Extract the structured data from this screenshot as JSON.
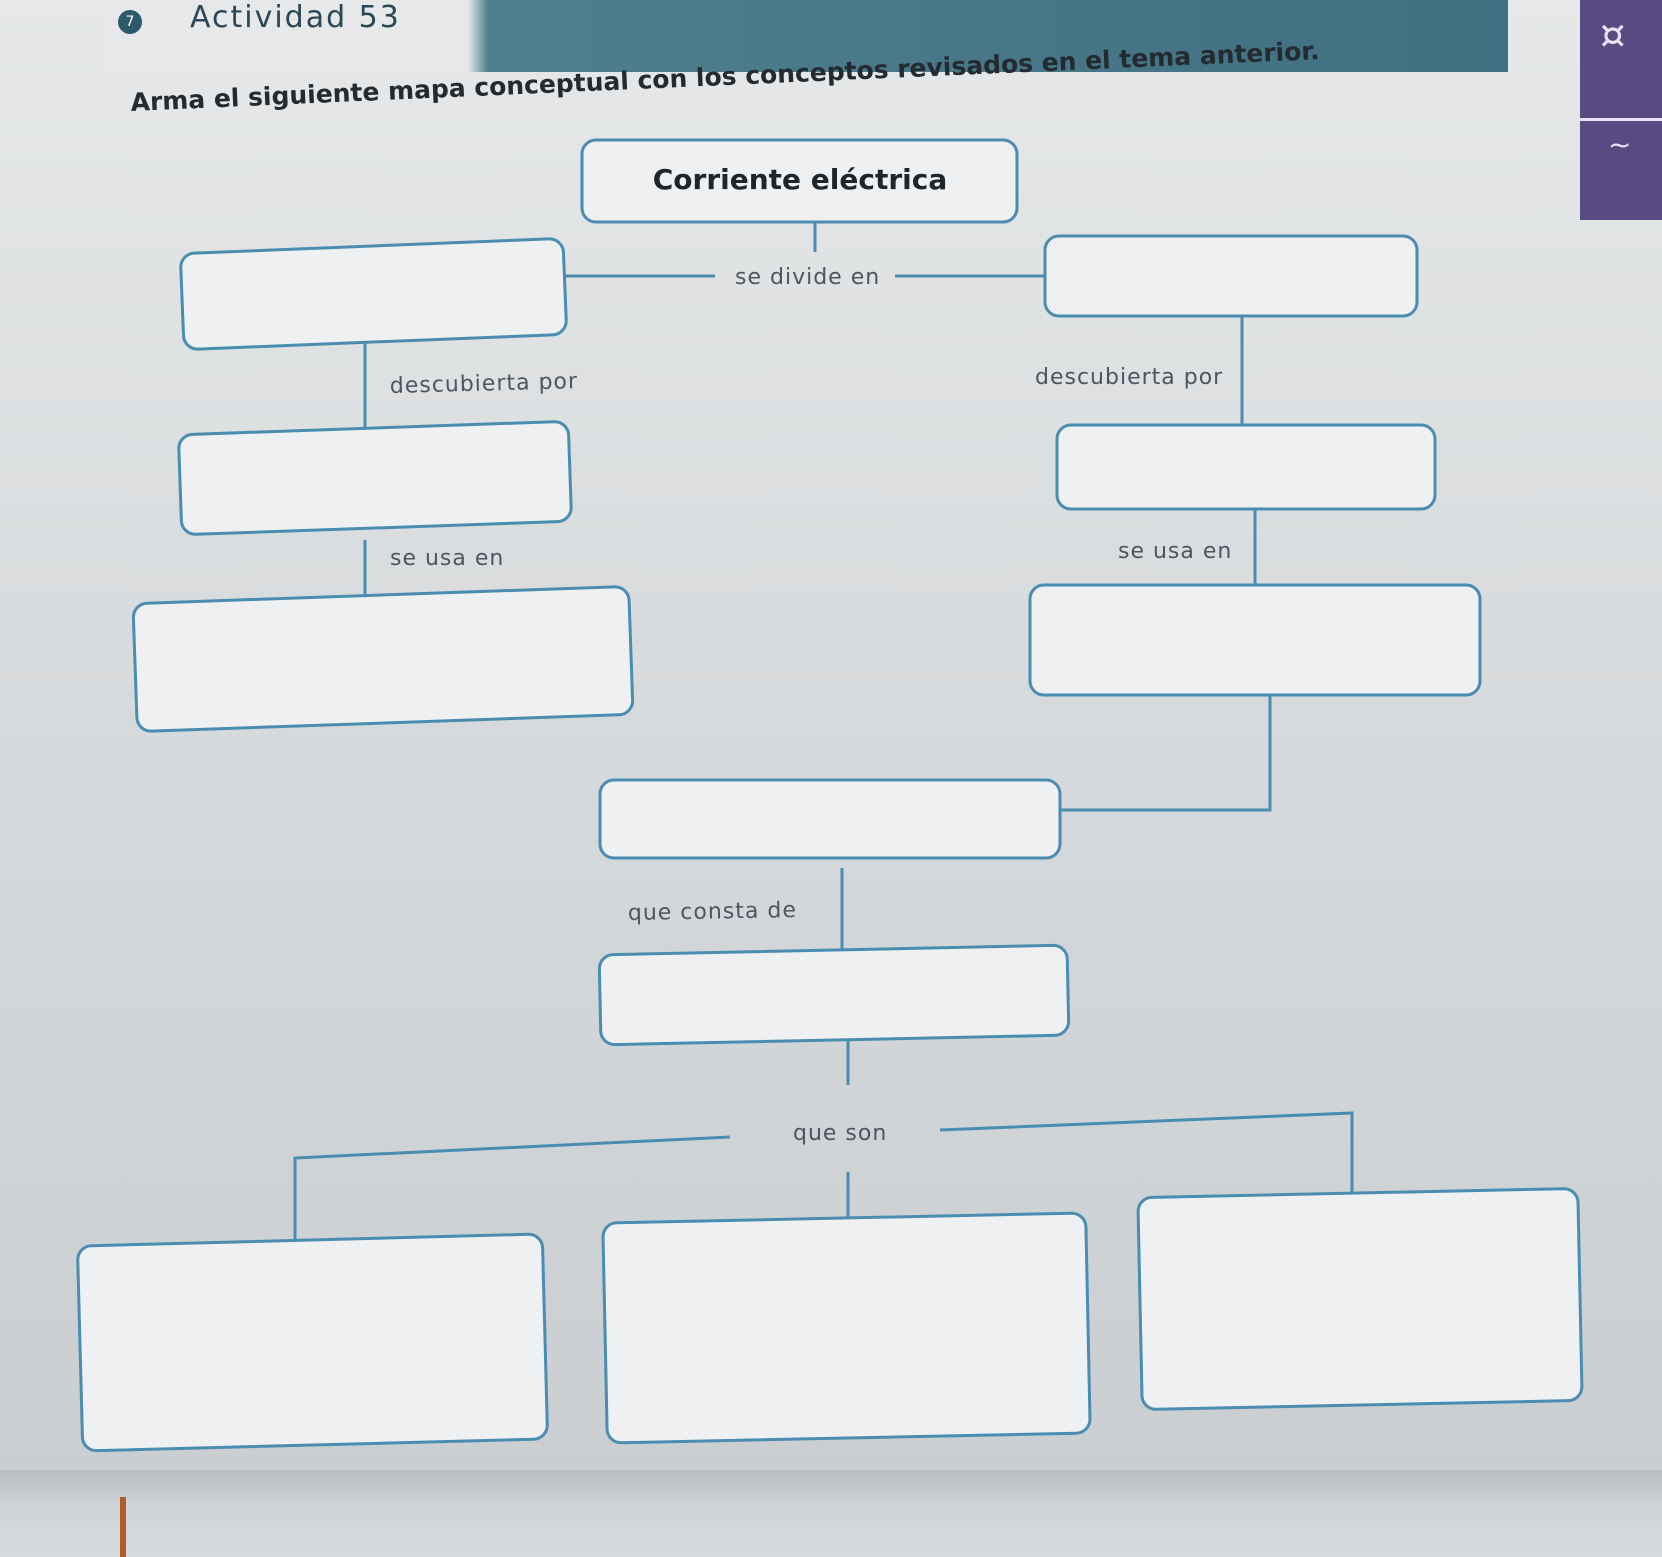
{
  "header": {
    "activity_number_badge": "7",
    "activity_title": "Actividad 53"
  },
  "instruction": "Arma el siguiente mapa conceptual con los conceptos revisados en el tema anterior.",
  "concept_map": {
    "root": "Corriente eléctrica",
    "link_divides": "se divide en",
    "link_discovered_left": "descubierta por",
    "link_discovered_right": "descubierta por",
    "link_used_left": "se usa en",
    "link_used_right": "se usa en",
    "link_consists": "que consta de",
    "link_are": "que son"
  },
  "colors": {
    "accent": "#4a8db0",
    "header_band": "#3f6f80"
  }
}
